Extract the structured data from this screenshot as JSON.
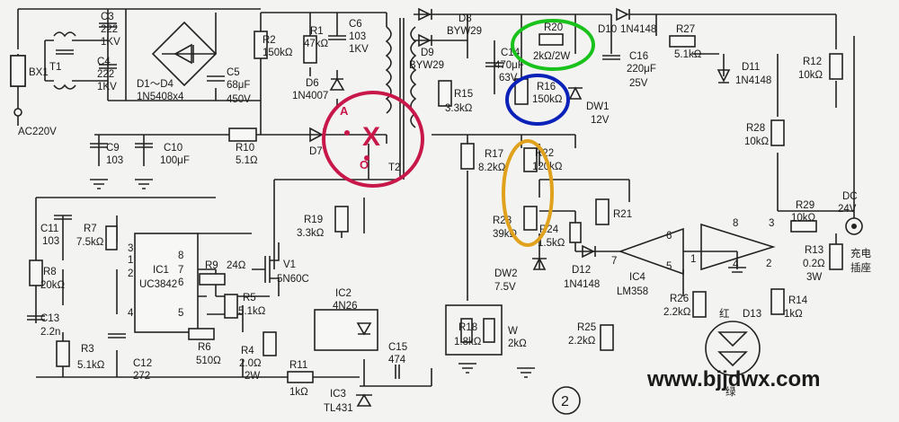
{
  "diagram": {
    "page_number": "2",
    "watermark": "www.bjjdwx.com",
    "colors": {
      "background": "#f3f3f1",
      "ink": "#222222",
      "red": "#c8184a",
      "green": "#19c21b",
      "blue": "#0b22b8",
      "yellow": "#e0a21c",
      "watermark": "#f07a00"
    },
    "input": {
      "fuse": "BX1",
      "transformer": "T1",
      "voltage": "AC220V"
    },
    "output": {
      "label": "DC",
      "voltage": "24V",
      "socket_line1": "充电",
      "socket_line2": "插座"
    },
    "led": {
      "color_label": "红",
      "name": "D13",
      "extra_label": "绿"
    },
    "marks": {
      "point_a": "A",
      "point_o": "O",
      "cross": "X"
    },
    "lines": {
      "c3_name": "C3",
      "c3_val": "222",
      "c3_volt": "1KV",
      "c4_name": "C4",
      "c4_val": "222",
      "c4_volt": "1KV",
      "bridge_name": "D1～D4",
      "bridge_val": "1N5408x4",
      "c5_name": "C5",
      "c5_val": "68μF",
      "c5_volt": "450V",
      "r2_name": "R2",
      "r2_val": "150kΩ",
      "r1_name": "R1",
      "r1_val": "47kΩ",
      "c6_name": "C6",
      "c6_val": "103",
      "c6_volt": "1KV",
      "d6_name": "D6",
      "d6_val": "1N4007",
      "c9_name": "C9",
      "c9_val": "103",
      "c10_name": "C10",
      "c10_val": "100μF",
      "r10_name": "R10",
      "r10_val": "5.1Ω",
      "d7_name": "D7",
      "t2_name": "T2",
      "d8_name": "D8",
      "d8_val": "BYW29",
      "d9_name": "D9",
      "d9_val": "BYW29",
      "c14_name": "C14",
      "c14_val": "470μF",
      "c14_volt": "63V",
      "r15_name": "R15",
      "r15_val": "3.3kΩ",
      "r20_name": "R20",
      "r20_val": "2kΩ/2W",
      "r16_name": "R16",
      "r16_val": "150kΩ",
      "dw1_name": "DW1",
      "dw1_val": "12V",
      "d10_name": "D10",
      "d10_val": "1N4148",
      "c16_name": "C16",
      "c16_val": "220μF",
      "c16_volt": "25V",
      "r27_name": "R27",
      "r27_val": "5.1kΩ",
      "d11_name": "D11",
      "d11_val": "1N4148",
      "r12_name": "R12",
      "r12_val": "10kΩ",
      "r28_name": "R28",
      "r28_val": "10kΩ",
      "r17_name": "R17",
      "r17_val": "8.2kΩ",
      "r22_name": "R22",
      "r22_val": "120kΩ",
      "r21_name": "R21",
      "r23_name": "R23",
      "r23_val": "39kΩ",
      "r24_name": "R24",
      "r24_val": "1.5kΩ",
      "r29_name": "R29",
      "r29_val": "10kΩ",
      "r13_name": "R13",
      "r13_val": "0.2Ω",
      "r13_watt": "3W",
      "c11_name": "C11",
      "c11_val": "103",
      "r7_name": "R7",
      "r7_val": "7.5kΩ",
      "r8_name": "R8",
      "r8_val": "20kΩ",
      "c13_name": "C13",
      "c13_val": "2.2n",
      "r3_name": "R3",
      "r3_val": "5.1kΩ",
      "c12_name": "C12",
      "c12_val": "272",
      "ic1_name": "IC1",
      "ic1_val": "UC3842",
      "r9_name": "R9",
      "r9_val": "24Ω",
      "v1_name": "V1",
      "v1_val": "5N60C",
      "r5_name": "R5",
      "r5_val": "5.1kΩ",
      "r6_name": "R6",
      "r6_val": "510Ω",
      "r4_name": "R4",
      "r4_val": "2.0Ω",
      "r4_watt": "2W",
      "r11_name": "R11",
      "r11_val": "1kΩ",
      "r19_name": "R19",
      "r19_val": "3.3kΩ",
      "ic2_name": "IC2",
      "ic2_val": "4N26",
      "c15_name": "C15",
      "c15_val": "474",
      "ic3_name": "IC3",
      "ic3_val": "TL431",
      "dw2_name": "DW2",
      "dw2_val": "7.5V",
      "d12_name": "D12",
      "d12_val": "1N4148",
      "ic4_name": "IC4",
      "ic4_val": "LM358",
      "r18_name": "R18",
      "r18_val": "1.8kΩ",
      "w_name": "W",
      "w_val": "2kΩ",
      "r25_name": "R25",
      "r25_val": "2.2kΩ",
      "r26_name": "R26",
      "r26_val": "2.2kΩ",
      "r14_name": "R14",
      "r14_val": "1kΩ"
    },
    "pins": {
      "ic1_p1": "1",
      "ic1_p2": "2",
      "ic1_p3": "3",
      "ic1_p4": "4",
      "ic1_p5": "5",
      "ic1_p6": "6",
      "ic1_p7": "7",
      "ic1_p8": "8",
      "op_p1": "1",
      "op_p2": "2",
      "op_p3": "3",
      "op_p4": "4",
      "op_p5": "5",
      "op_p6": "6",
      "op_p7": "7",
      "op_p8": "8"
    }
  }
}
